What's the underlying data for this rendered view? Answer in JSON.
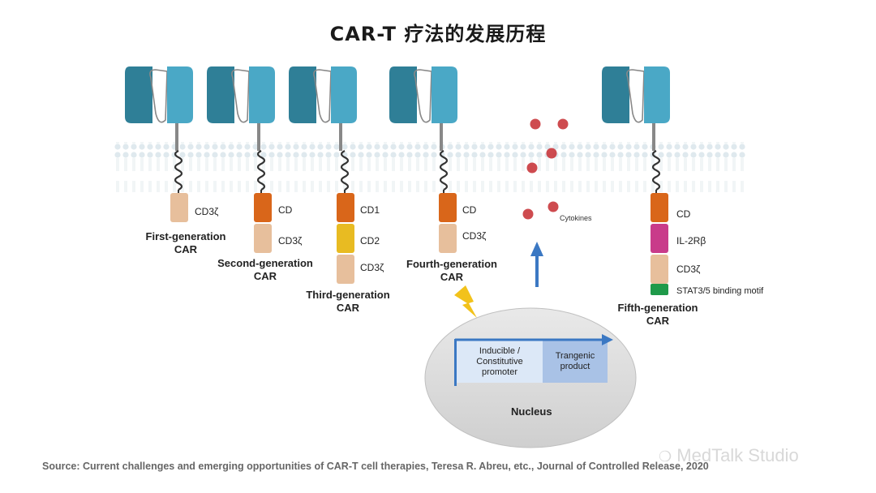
{
  "title": "CAR-T 疗法的发展历程",
  "generations": [
    {
      "name_line1": "First-generation",
      "name_line2": "CAR",
      "domains": [
        "CD3ζ"
      ]
    },
    {
      "name_line1": "Second-generation",
      "name_line2": "CAR",
      "domains": [
        "CD",
        "CD3ζ"
      ]
    },
    {
      "name_line1": "Third-generation",
      "name_line2": "CAR",
      "domains": [
        "CD1",
        "CD2",
        "CD3ζ"
      ]
    },
    {
      "name_line1": "Fourth-generation",
      "name_line2": "CAR",
      "domains": [
        "CD",
        "CD3ζ"
      ]
    },
    {
      "name_line1": "Fifth-generation",
      "name_line2": "CAR",
      "domains": [
        "CD",
        "IL-2Rβ",
        "CD3ζ",
        "STAT3/5 binding motif"
      ]
    }
  ],
  "cytokines_label": "Cytokines",
  "nucleus": {
    "label": "Nucleus",
    "promoter": "Inducible / Constitutive promoter",
    "product": "Trangenic product"
  },
  "colors": {
    "receptor_teal": "#4aa8c6",
    "receptor_dark": "#2f7f97",
    "cd3z": "#e7bf9c",
    "costim_orange": "#d9661a",
    "cd2_yellow": "#e8bb22",
    "il2rb_magenta": "#c93b8a",
    "stat_green": "#1f9a4a",
    "cytokine_red": "#c9383d",
    "arrow_blue": "#3b78c3"
  },
  "source": "Source: Current challenges and emerging opportunities of CAR-T cell therapies, Teresa R. Abreu, etc., Journal of Controlled Release, 2020",
  "watermark": "MedTalk Studio"
}
